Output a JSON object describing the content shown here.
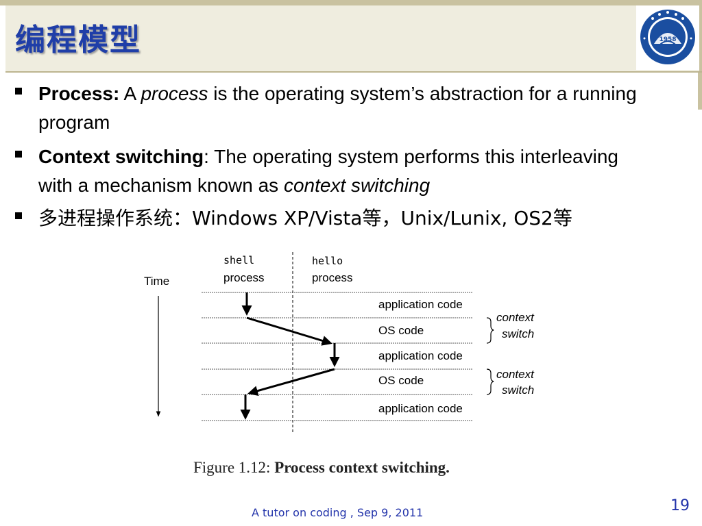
{
  "title": "编程模型",
  "bullets": [
    {
      "term": "Process:",
      "pre": " A ",
      "italic": "process",
      "rest": " is the operating system’s abstraction for a running program"
    },
    {
      "term": "Context switching",
      "colon": ": The operating system performs this interleaving with a mechanism known as ",
      "italic": "context switching"
    },
    {
      "text_cn": "多进程操作系统：",
      "text": "Windows XP/Vista等，Unix/Lunix, OS2等"
    }
  ],
  "diagram": {
    "time_label": "Time",
    "shell_label_1": "shell",
    "shell_label_2": "process",
    "hello_label_1": "hello",
    "hello_label_2": "process",
    "rows": [
      "application code",
      "OS code",
      "application code",
      "OS code",
      "application code"
    ],
    "cs_label_1": "context",
    "cs_label_2": "switch",
    "caption_prefix": "Figure 1.12:",
    "caption_title": "Process context switching."
  },
  "footer": "A tutor on coding , Sep 9, 2011",
  "page_number": "19",
  "logo": {
    "year": "1958",
    "color": "#1a4ea0"
  }
}
